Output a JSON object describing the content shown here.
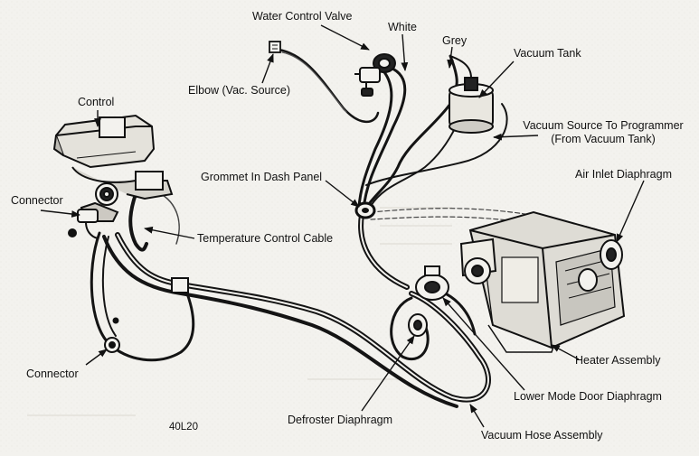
{
  "diagram": {
    "figure_code": "40L20",
    "labels": {
      "water_control_valve": "Water Control Valve",
      "white": "White",
      "grey": "Grey",
      "vacuum_tank": "Vacuum Tank",
      "elbow": "Elbow (Vac. Source)",
      "control": "Control",
      "vacuum_source_line1": "Vacuum Source To Programmer",
      "vacuum_source_line2": "(From Vacuum Tank)",
      "grommet": "Grommet In Dash Panel",
      "air_inlet_diaphragm": "Air Inlet Diaphragm",
      "connector_top": "Connector",
      "temperature_control_cable": "Temperature Control Cable",
      "connector_bottom": "Connector",
      "heater_assembly": "Heater Assembly",
      "lower_mode_door_diaphragm": "Lower Mode Door Diaphragm",
      "defroster_diaphragm": "Defroster Diaphragm",
      "vacuum_hose_assembly": "Vacuum Hose Assembly"
    }
  }
}
